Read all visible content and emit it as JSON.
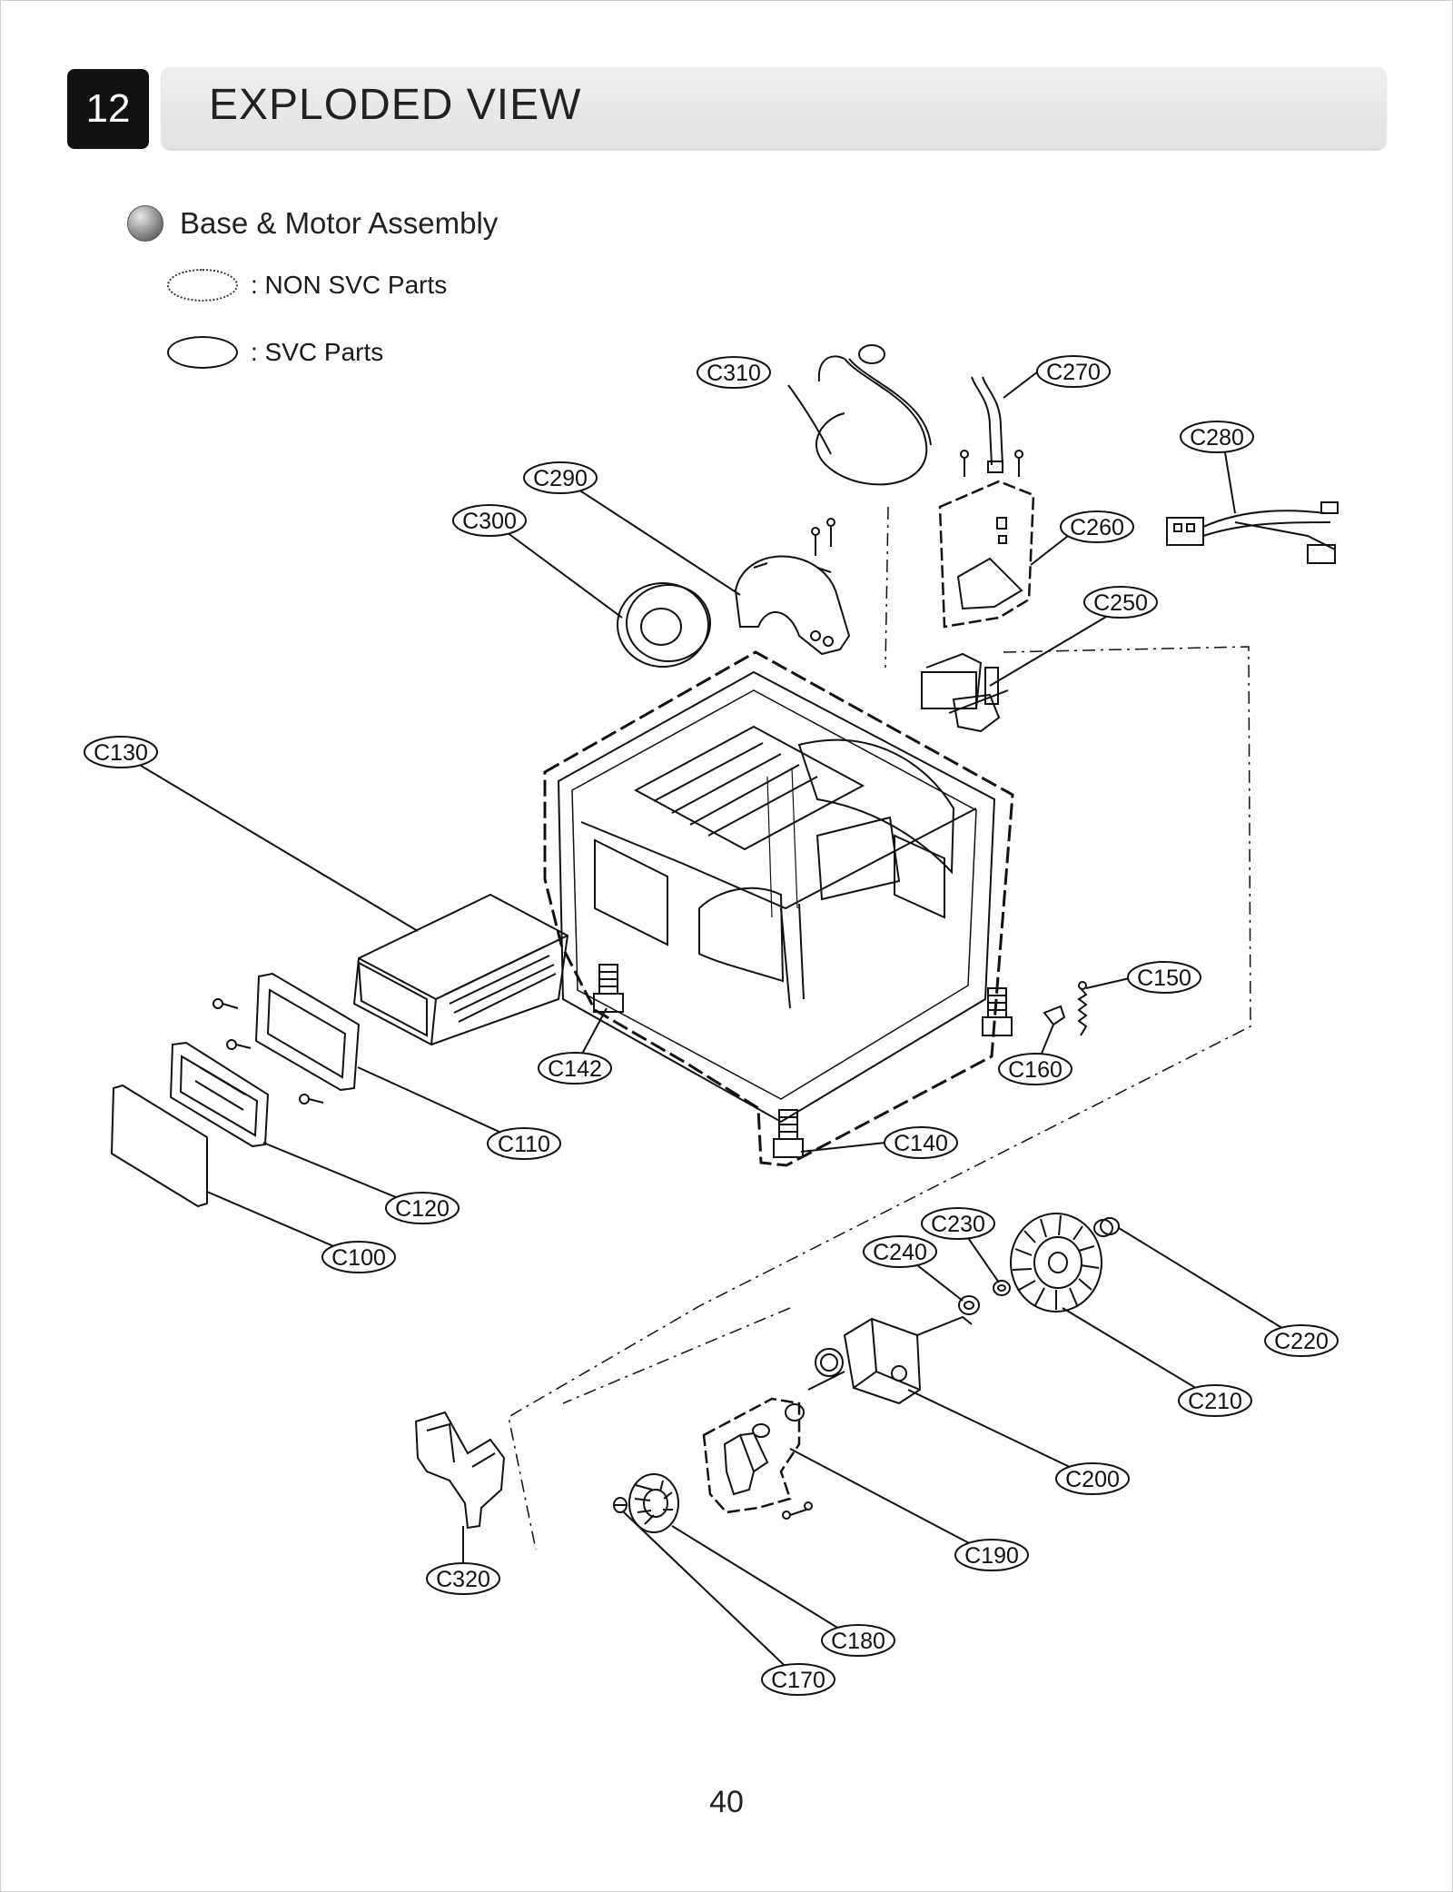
{
  "header": {
    "chapter_number": "12",
    "title": "EXPLODED VIEW"
  },
  "section": {
    "title": "Base & Motor Assembly"
  },
  "legend": {
    "non_svc": ": NON SVC Parts",
    "svc": ": SVC Parts"
  },
  "callouts": [
    "C310",
    "C270",
    "C280",
    "C290",
    "C300",
    "C260",
    "C250",
    "C130",
    "C150",
    "C142",
    "C160",
    "C110",
    "C140",
    "C120",
    "C100",
    "C230",
    "C240",
    "C220",
    "C210",
    "C200",
    "C190",
    "C320",
    "C180",
    "C170"
  ],
  "page_number": "40"
}
